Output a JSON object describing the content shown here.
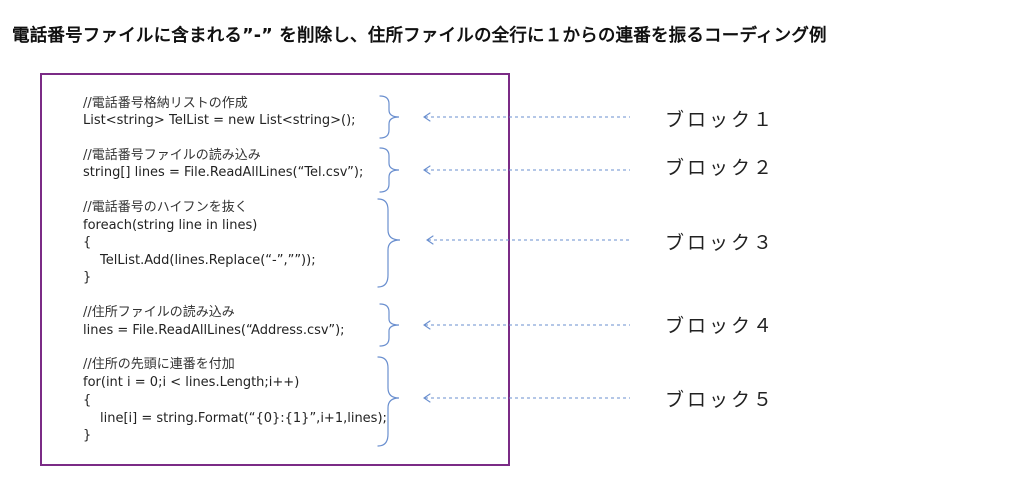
{
  "title": "電話番号ファイルに含まれる”-” を削除し、住所ファイルの全行に１からの連番を振るコーディング例",
  "blocks": [
    {
      "label": "ブロック１",
      "lines": [
        "//電話番号格納リストの作成",
        "List<string> TelList = new List<string>();"
      ]
    },
    {
      "label": "ブロック２",
      "lines": [
        "//電話番号ファイルの読み込み",
        "string[] lines = File.ReadAllLines(“Tel.csv”);"
      ]
    },
    {
      "label": "ブロック３",
      "lines": [
        "//電話番号のハイフンを抜く",
        "foreach(string line in lines)",
        "{",
        "TelList.Add(lines.Replace(“-”,””));",
        "}"
      ]
    },
    {
      "label": "ブロック４",
      "lines": [
        "//住所ファイルの読み込み",
        "lines = File.ReadAllLines(“Address.csv”);"
      ]
    },
    {
      "label": "ブロック５",
      "lines": [
        "//住所の先頭に連番を付加",
        "for(int i = 0;i < lines.Length;i++)",
        "{",
        "line[i] = string.Format(“{0}:{1}”,i+1,lines);",
        "}"
      ]
    }
  ],
  "colors": {
    "frame": "#7b2b86",
    "brace": "#6a8fcf",
    "arrow": "#6a8fcf"
  }
}
